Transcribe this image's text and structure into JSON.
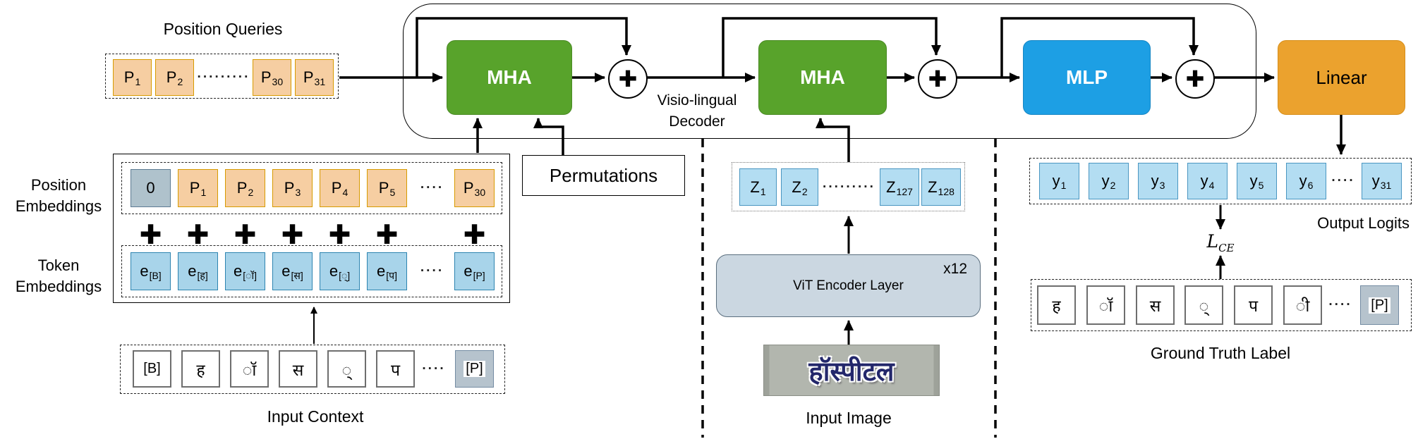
{
  "labels": {
    "position_queries": "Position Queries",
    "pos_emb_l1": "Position",
    "pos_emb_l2": "Embeddings",
    "tok_emb_l1": "Token",
    "tok_emb_l2": "Embeddings",
    "input_context": "Input Context",
    "permutations": "Permutations",
    "decoder_l1": "Visio-lingual",
    "decoder_l2": "Decoder",
    "input_image": "Input Image",
    "output_logits": "Output Logits",
    "ground_truth": "Ground Truth Label",
    "plus_glyph": "✚"
  },
  "pq": {
    "p1": {
      "b": "P",
      "s": "1"
    },
    "p2": {
      "b": "P",
      "s": "2"
    },
    "dots": "·········",
    "p30": {
      "b": "P",
      "s": "30"
    },
    "p31": {
      "b": "P",
      "s": "31"
    }
  },
  "dec": {
    "mha1": "MHA",
    "mha2": "MHA",
    "mlp": "MLP",
    "linear": "Linear"
  },
  "emb": {
    "zero": "0",
    "p1": {
      "b": "P",
      "s": "1"
    },
    "p2": {
      "b": "P",
      "s": "2"
    },
    "p3": {
      "b": "P",
      "s": "3"
    },
    "p4": {
      "b": "P",
      "s": "4"
    },
    "p5": {
      "b": "P",
      "s": "5"
    },
    "dots": "····",
    "p30": {
      "b": "P",
      "s": "30"
    },
    "e1": {
      "b": "e",
      "s": "[B]"
    },
    "e2": {
      "b": "e",
      "s": "[ह]"
    },
    "e3": {
      "b": "e",
      "s": "[◌ॉ]"
    },
    "e4": {
      "b": "e",
      "s": "[स]"
    },
    "e5": {
      "b": "e",
      "s": "[◌्]"
    },
    "e6": {
      "b": "e",
      "s": "[प]"
    },
    "edots": "····",
    "e8": {
      "b": "e",
      "s": "[P]"
    }
  },
  "ctx": {
    "t1": "[B]",
    "t2": "ह",
    "t3": "◌ॉ",
    "t4": "स",
    "t5": "◌्",
    "t6": "प",
    "dots": "····",
    "t8": "[P]"
  },
  "vis": {
    "z1": {
      "b": "Z",
      "s": "1"
    },
    "z2": {
      "b": "Z",
      "s": "2"
    },
    "zdots": "·········",
    "z127": {
      "b": "Z",
      "s": "127"
    },
    "z128": {
      "b": "Z",
      "s": "128"
    },
    "vit": "ViT Encoder Layer",
    "mult": "x12",
    "sign": "हॉस्पीटल"
  },
  "out": {
    "y1": {
      "b": "y",
      "s": "1"
    },
    "y2": {
      "b": "y",
      "s": "2"
    },
    "y3": {
      "b": "y",
      "s": "3"
    },
    "y4": {
      "b": "y",
      "s": "4"
    },
    "y5": {
      "b": "y",
      "s": "5"
    },
    "y6": {
      "b": "y",
      "s": "6"
    },
    "dots": "····",
    "y31": {
      "b": "y",
      "s": "31"
    },
    "loss_b": "L",
    "loss_s": "CE",
    "g1": "ह",
    "g2": "◌ॉ",
    "g3": "स",
    "g4": "◌्",
    "g5": "प",
    "g6": "◌ी",
    "gdots": "····",
    "g8": "[P]"
  },
  "colors": {
    "mha_green": "#58A32B",
    "mlp_blue": "#1D9FE4",
    "linear_orange": "#EBA22E",
    "pos_box_orange": "#F6CEA2",
    "token_blue": "#A8D4EA",
    "feature_blue": "#B3DDF2",
    "zero_gray": "#AFC2CC",
    "pad_gray": "#B6C3CD",
    "vit_gray": "#CBD7E1"
  }
}
